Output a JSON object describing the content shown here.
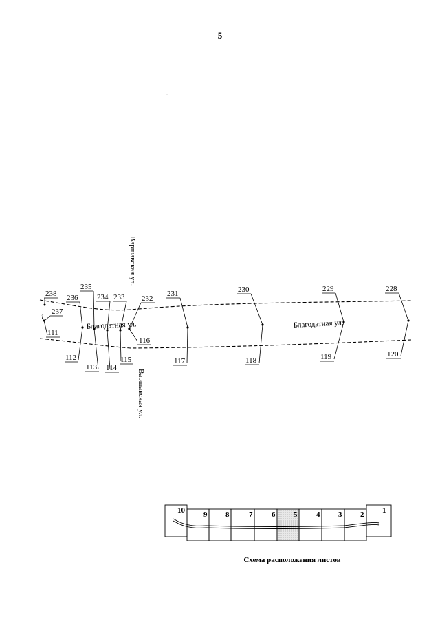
{
  "page": {
    "number": "5"
  },
  "streets": {
    "main_left": "Благодатная ул.",
    "main_right": "Благодатная ул.",
    "cross_top": "Варшавская ул.",
    "cross_bottom": "Варшавская ул."
  },
  "point_labels": {
    "p238": "238",
    "p237": "237",
    "p1": "1",
    "p111": "111",
    "p236": "236",
    "p112": "112",
    "p235": "235",
    "p113": "113",
    "p234": "234",
    "p114": "114",
    "p233": "233",
    "p115": "115",
    "p232": "232",
    "p116": "116",
    "p231": "231",
    "p117": "117",
    "p230": "230",
    "p118": "118",
    "p229": "229",
    "p119": "119",
    "p228": "228",
    "p120": "120"
  },
  "sheet_scheme": {
    "caption": "Схема расположения листов",
    "sheets": [
      "10",
      "9",
      "8",
      "7",
      "6",
      "5",
      "4",
      "3",
      "2",
      "1"
    ],
    "highlighted": "5"
  }
}
